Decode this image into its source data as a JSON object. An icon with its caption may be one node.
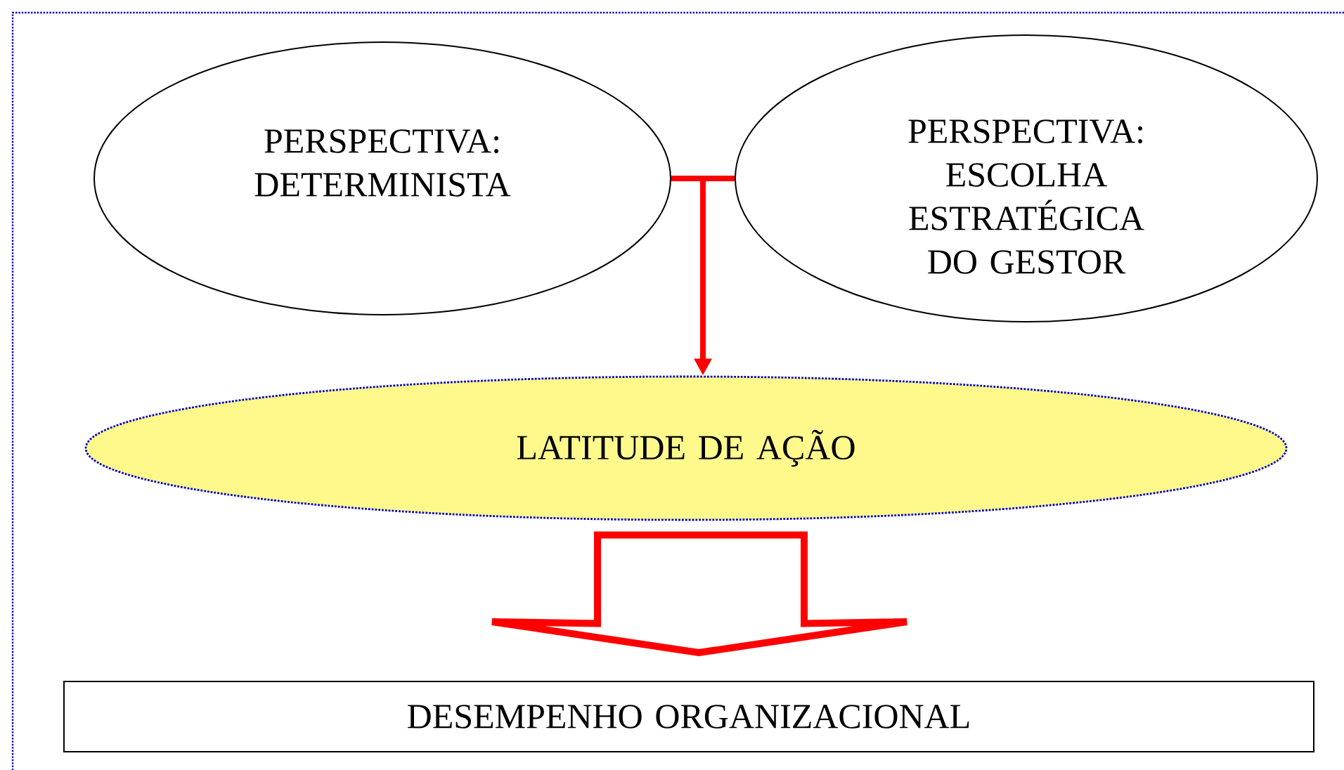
{
  "diagram": {
    "nodes": [
      {
        "text": [
          "PERSPECTIVA: DETERMINISTA"
        ]
      },
      {
        "text": [
          "PERSPECTIVA: ESCOLHA ESTRATÉGICA DO GESTOR"
        ]
      },
      {
        "text": [
          "LATITUDE DE AÇÃO"
        ]
      },
      {
        "text": [
          "DESEMPENHO ORGANIZACIONAL"
        ]
      }
    ],
    "edges": [
      {
        "from": 0,
        "to": 2,
        "arrow": "to"
      },
      {
        "from": 1,
        "to": 2,
        "arrow": "to"
      },
      {
        "from": 2,
        "to": 3,
        "arrow": "to",
        "style": "thick"
      }
    ]
  }
}
